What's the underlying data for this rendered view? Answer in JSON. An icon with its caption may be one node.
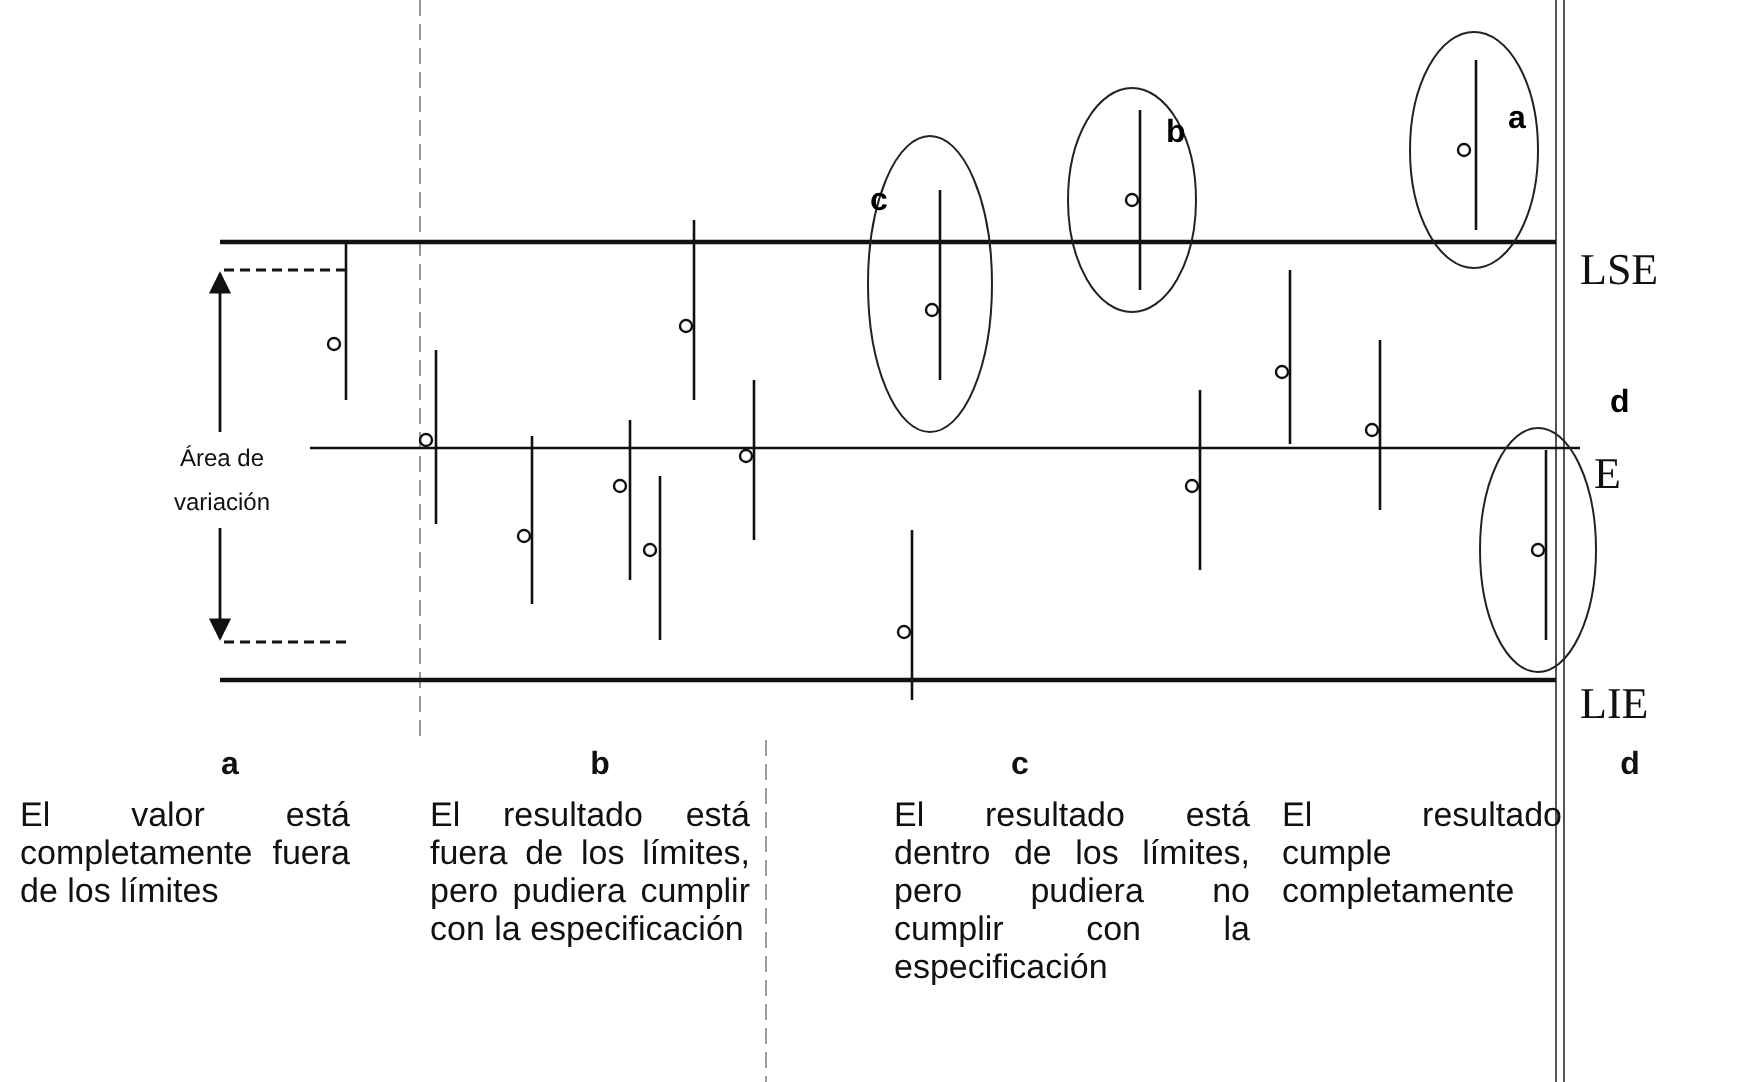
{
  "diagram": {
    "nodes": [
      {
        "text": [
          "c"
        ]
      },
      {
        "text": [
          "b"
        ]
      },
      {
        "text": [
          "a"
        ]
      },
      {
        "text": [
          "d"
        ]
      }
    ],
    "labels": [
      "LSE",
      "Área de variación",
      "E",
      "LIE",
      "a",
      "b",
      "c",
      "d",
      "El valor está completamente fuera de los límites",
      "El resultado está fuera de los límites, pero pudiera cumplir con la especificación",
      "El resultado está dentro de los límites, pero pudiera no cumplir con la especificación",
      "El resultado cumple completamente"
    ]
  }
}
